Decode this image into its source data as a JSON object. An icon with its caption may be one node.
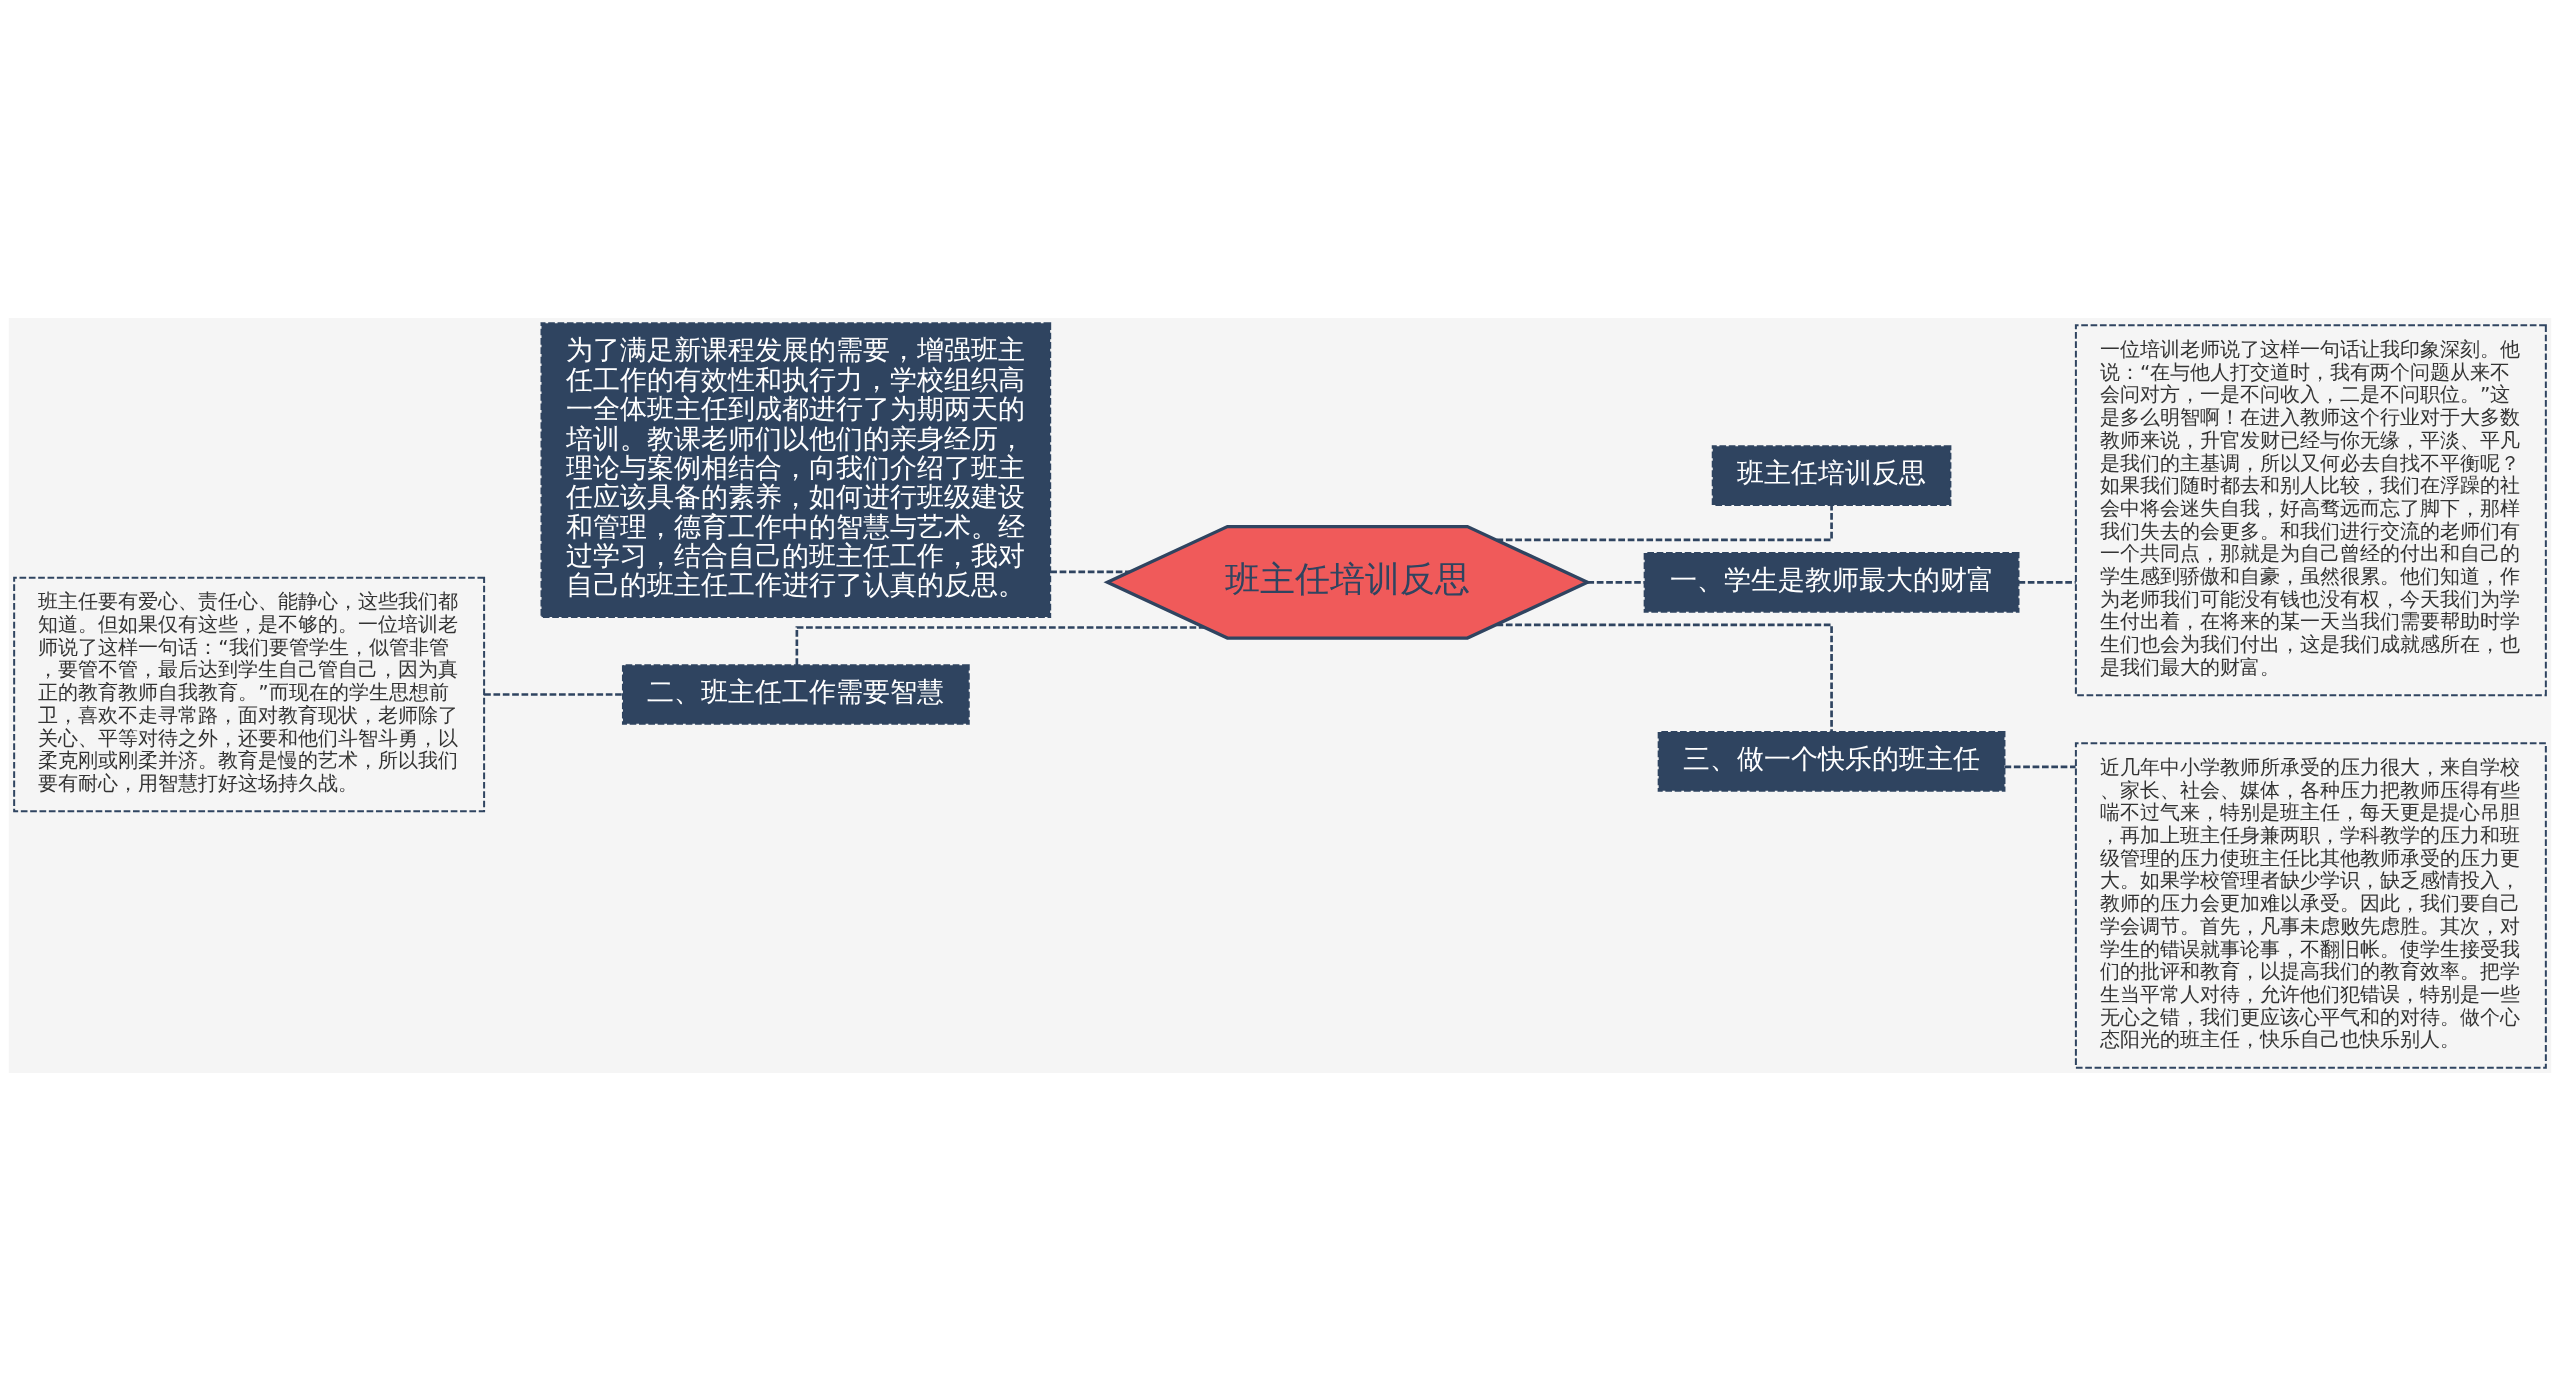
{
  "diagram": {
    "nodes": [
      {
        "text": [
          "班主任培训反思"
        ]
      },
      {
        "text": [
          "为了满足新课程发展的需要，增强班主任工作的有效性和执行力，学校组织高一全体班主任到成都进行了为期两天的培训。教课老师们以他们的亲身经历，理论与案例相结合，向我们介绍了班主任应该具备的素养，如何进行班级建设和管理，德育工作中的智慧与艺术。经过学习，结合自己的班主任工作，我对自己的班主任工作进行了认真的反思。"
        ]
      },
      {
        "text": [
          "二、班主任工作需要智慧"
        ]
      },
      {
        "text": [
          "班主任要有爱心、责任心、能静心，这些我们都知道。但如果仅有这些，是不够的。一位培训老师说了这样一句话：“我们要管学生，似管非管，要管不管，最后达到学生自己管自己，因为真正的教育教师自我教育。”而现在的学生思想前卫，喜欢不走寻常路，面对教育现状，老师除了关心、平等对待之外，还要和他们斗智斗勇，以柔克刚或刚柔并济。教育是慢的艺术，所以我们要有耐心，用智慧打好这场持久战。"
        ]
      },
      {
        "text": [
          "班主任培训反思"
        ]
      },
      {
        "text": [
          "一、学生是教师最大的财富"
        ]
      },
      {
        "text": [
          "一位培训老师说了这样一句话让我印象深刻。他说：“在与他人打交道时，我有两个问题从来不会问对方，一是不问收入，二是不问职位。”这是多么明智啊！在进入教师这个行业对于大多数教师来说，升官发财已经与你无缘，平淡、平凡是我们的主基调，所以又何必去自找不平衡呢？如果我们随时都去和别人比较，我们在浮躁的社会中将会迷失自我，好高骛远而忘了脚下，那样我们失去的会更多。和我们进行交流的老师们有一个共同点，那就是为自己曾经的付出和自己的学生感到骄傲和自豪，虽然很累。他们知道，作为老师我们可能没有钱也没有权，今天我们为学生付出着，在将来的某一天当我们需要帮助时学生们也会为我们付出，这是我们成就感所在，也是我们最大的财富。"
        ]
      },
      {
        "text": [
          "三、做一个快乐的班主任"
        ]
      },
      {
        "text": [
          "近几年中小学教师所承受的压力很大，来自学校、家长、社会、媒体，各种压力把教师压得有些喘不过气来，特别是班主任，每天更是提心吊胆，再加上班主任身兼两职，学科教学的压力和班级管理的压力使班主任比其他教师承受的压力更大。如果学校管理者缺少学识，缺乏感情投入，教师的压力会更加难以承受。因此，我们要自己学会调节。首先，凡事未虑败先虑胜。其次，对学生的错误就事论事，不翻旧帐。使学生接受我们的批评和教育，以提高我们的教育效率。把学生当平常人对待，允许他们犯错误，特别是一些无心之错，我们更应该心平气和的对待。做个心态阳光的班主任，快乐自己也快乐别人。"
        ]
      }
    ],
    "edges": [
      {
        "from": 0,
        "to": 1,
        "arrow": "none",
        "style": "dashed"
      },
      {
        "from": 0,
        "to": 2,
        "arrow": "none",
        "style": "dashed"
      },
      {
        "from": 2,
        "to": 3,
        "arrow": "none",
        "style": "dashed"
      },
      {
        "from": 0,
        "to": 4,
        "arrow": "none",
        "style": "dashed"
      },
      {
        "from": 0,
        "to": 5,
        "arrow": "none",
        "style": "dashed"
      },
      {
        "from": 5,
        "to": 6,
        "arrow": "none",
        "style": "dashed"
      },
      {
        "from": 0,
        "to": 7,
        "arrow": "none",
        "style": "dashed"
      },
      {
        "from": 7,
        "to": 8,
        "arrow": "none",
        "style": "dashed"
      }
    ]
  }
}
